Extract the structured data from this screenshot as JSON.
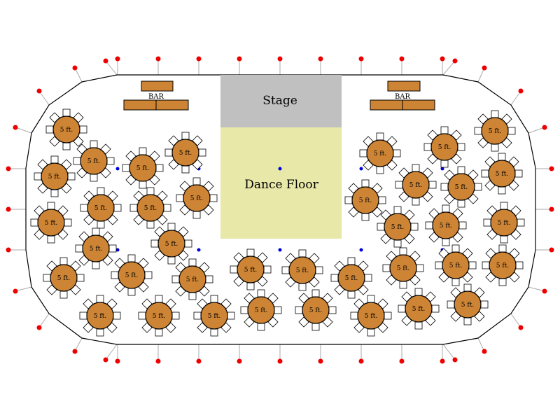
{
  "venue": {
    "stage_label": "Stage",
    "dance_floor_label": "Dance Floor",
    "bars": [
      {
        "label": "BAR"
      },
      {
        "label": "BAR"
      }
    ]
  },
  "tables": {
    "count": 38,
    "seats_per_table": 8,
    "size_label": "5 ft."
  },
  "colors": {
    "table": "#cd8434",
    "stage": "#c0c0c0",
    "dance_floor": "#e8e8a8",
    "light": "#ee0000",
    "marker": "#0000dd"
  }
}
